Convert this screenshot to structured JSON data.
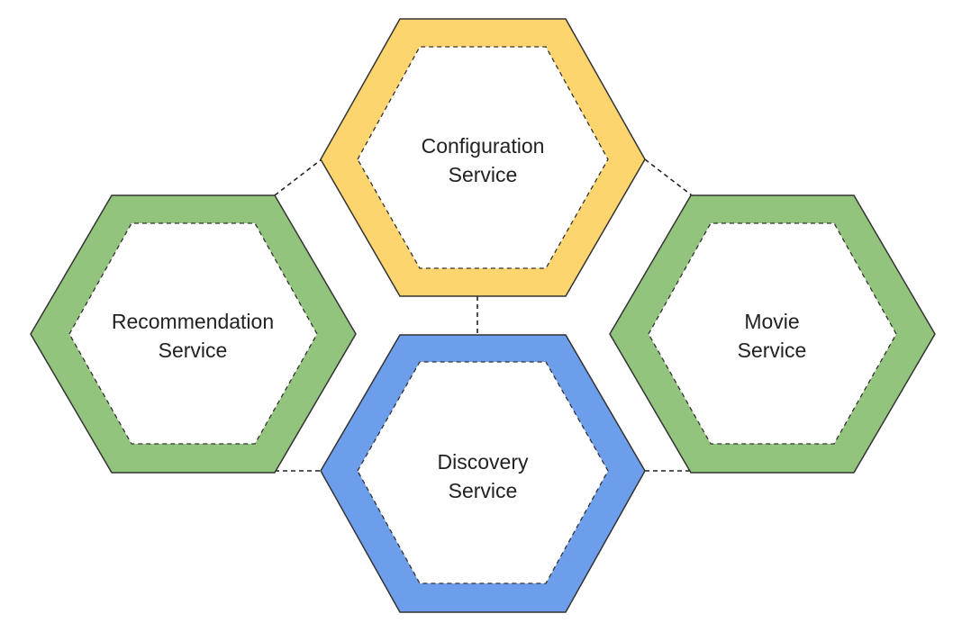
{
  "colors": {
    "yellow": "#fdd56e",
    "green": "#93c47d",
    "blue": "#6d9eeb",
    "outline": "#333333",
    "background": "#ffffff"
  },
  "services": {
    "configuration": {
      "line1": "Configuration",
      "line2": "Service",
      "color": "yellow"
    },
    "recommendation": {
      "line1": "Recommendation",
      "line2": "Service",
      "color": "green"
    },
    "movie": {
      "line1": "Movie",
      "line2": "Service",
      "color": "green"
    },
    "discovery": {
      "line1": "Discovery",
      "line2": "Service",
      "color": "blue"
    }
  },
  "connections": [
    [
      "recommendation",
      "configuration"
    ],
    [
      "configuration",
      "movie"
    ],
    [
      "configuration",
      "discovery"
    ],
    [
      "recommendation",
      "discovery"
    ],
    [
      "discovery",
      "movie"
    ]
  ]
}
